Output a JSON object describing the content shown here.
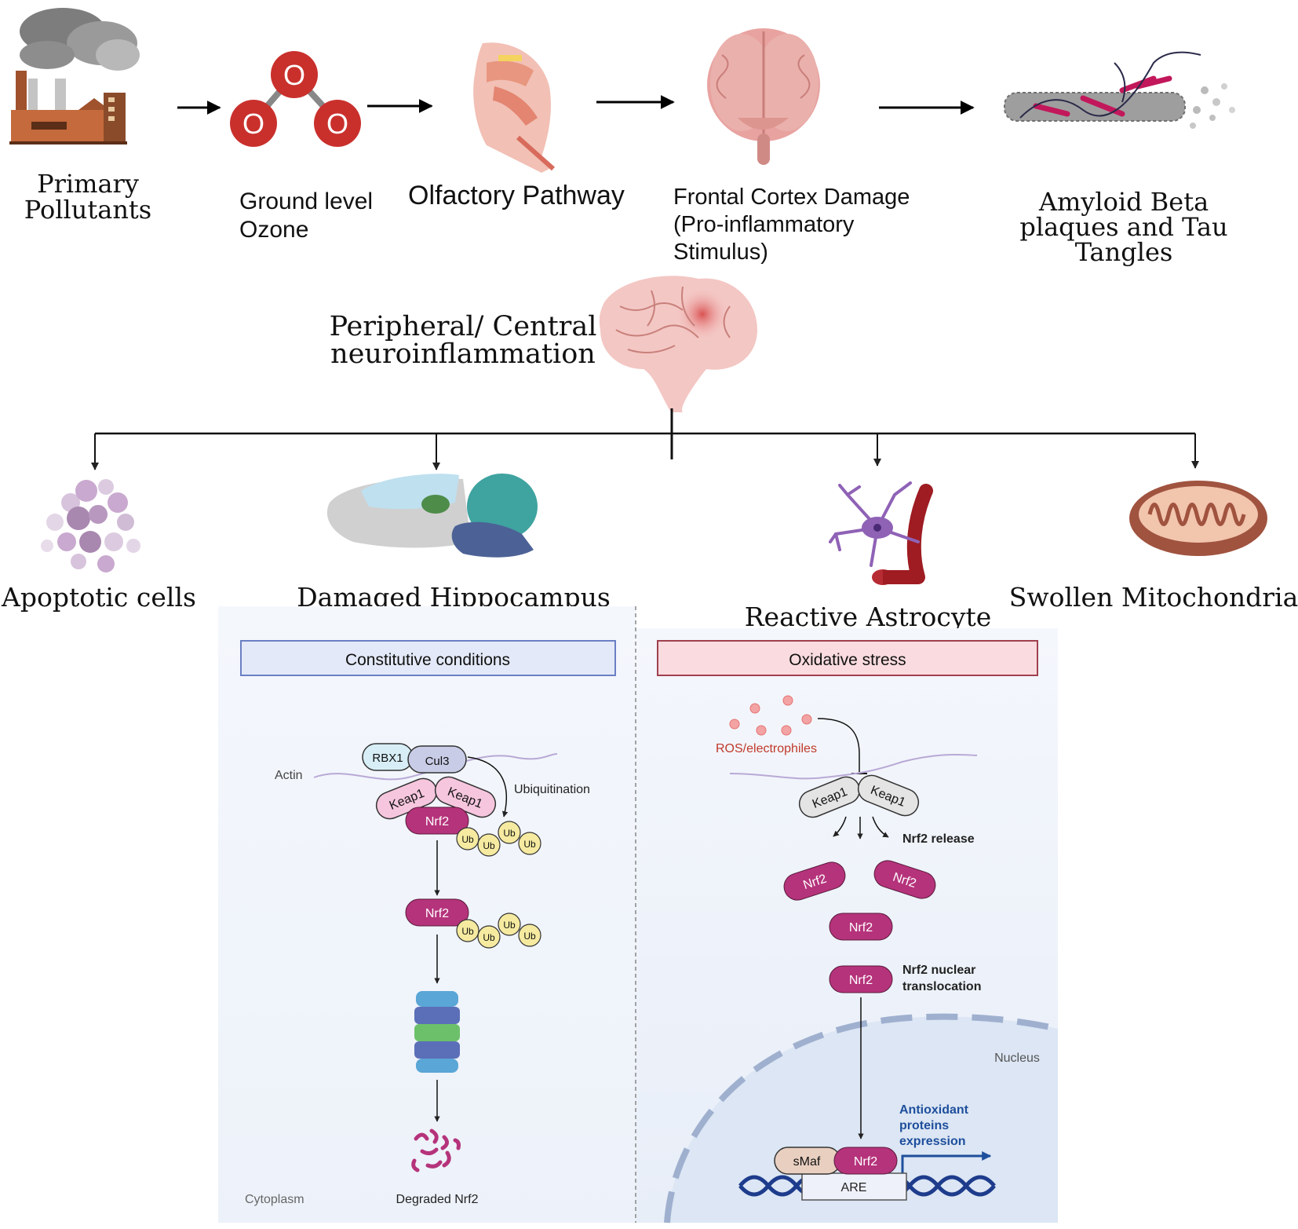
{
  "top_row": {
    "primary_pollutants": [
      "Primary",
      "Pollutants"
    ],
    "ozone_label": [
      "Ground level",
      "Ozone"
    ],
    "ozone_atom": "O",
    "olfactory": "Olfactory Pathway",
    "frontal": [
      "Frontal Cortex Damage",
      "(Pro-inflammatory",
      "Stimulus)"
    ],
    "amyloid": [
      "Amyloid Beta",
      "plaques and Tau",
      "Tangles"
    ]
  },
  "neuroinflammation": [
    "Peripheral/ Central",
    "neuroinflammation"
  ],
  "outcomes": {
    "apoptotic": "Apoptotic cells",
    "hippocampus": "Damaged Hippocampus",
    "astrocyte": "Reactive Astrocyte",
    "mitochondria": "Swollen Mitochondria"
  },
  "left_panel": {
    "header": "Constitutive conditions",
    "actin": "Actin",
    "rbx1": "RBX1",
    "cul3": "Cul3",
    "keap1": "Keap1",
    "nrf2": "Nrf2",
    "ub": "Ub",
    "ubiquitination": "Ubiquitination",
    "cytoplasm": "Cytoplasm",
    "degraded": "Degraded Nrf2"
  },
  "right_panel": {
    "header": "Oxidative stress",
    "ros": "ROS/electrophiles",
    "keap1": "Keap1",
    "release": "Nrf2 release",
    "nrf2": "Nrf2",
    "translocation": [
      "Nrf2 nuclear",
      "translocation"
    ],
    "nucleus": "Nucleus",
    "antioxidant": [
      "Antioxidant",
      "proteins",
      "expression"
    ],
    "smaf": "sMaf",
    "are": "ARE"
  },
  "colors": {
    "nrf2": "#b5337b",
    "keap1_pink": "#f6c6de",
    "keap1_grey": "#e4e4e4",
    "ub": "#f5eaa0",
    "left_header_bg": "#e3e9f8",
    "left_header_border": "#6a7fc4",
    "right_header_bg": "#fadbdf",
    "right_header_border": "#a0404e",
    "ros": "#e57373",
    "dna": "#1e3c8c",
    "antioxidant_text": "#1e4f9c"
  }
}
